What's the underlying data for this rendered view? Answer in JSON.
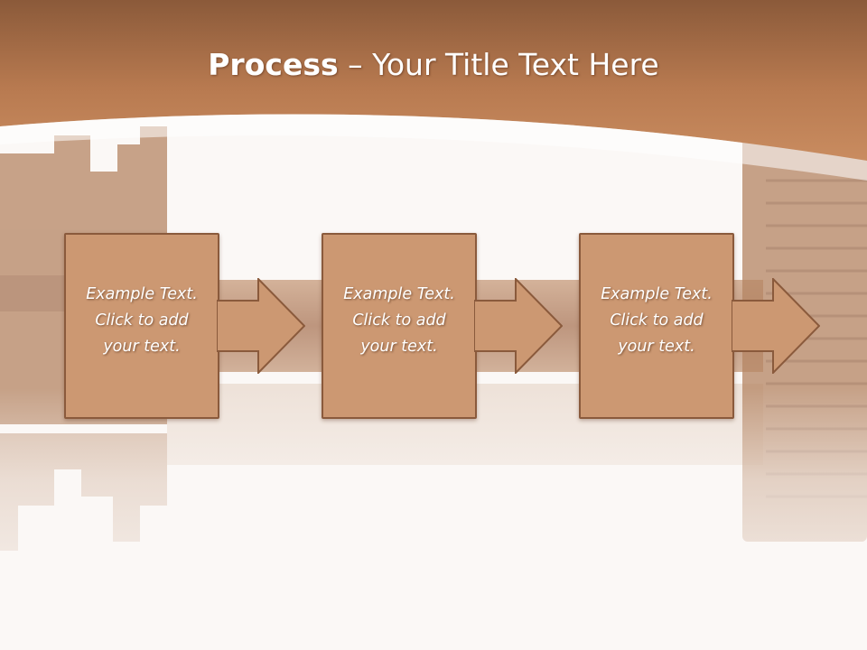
{
  "slide": {
    "title_bold": "Process",
    "title_rest": " – Your Title Text Here"
  },
  "steps": [
    {
      "line1": "Example Text.",
      "line2": "Click  to add",
      "line3": "your text."
    },
    {
      "line1": "Example Text.",
      "line2": "Click  to add",
      "line3": "your text."
    },
    {
      "line1": "Example Text.",
      "line2": "Click  to add",
      "line3": "your text."
    }
  ],
  "colors": {
    "header_brown": "#c28458",
    "box_fill": "#cc9872",
    "box_border": "#8a5a3c",
    "key_metal": "#b98a6a"
  }
}
